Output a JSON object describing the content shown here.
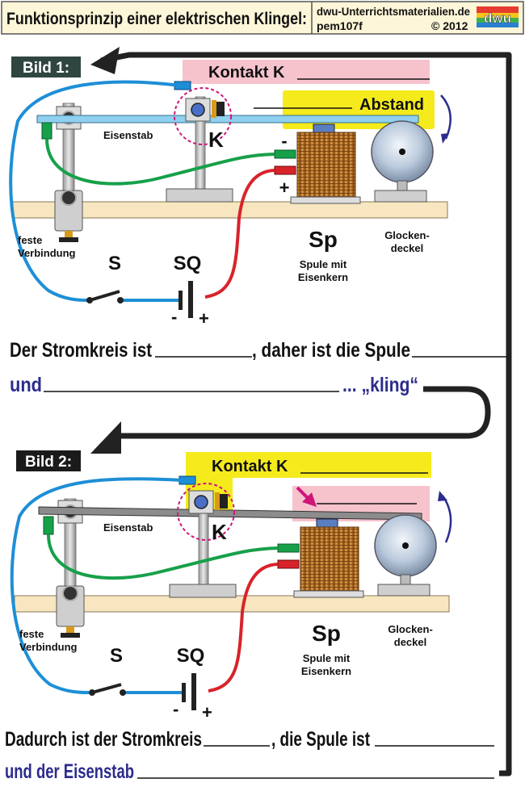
{
  "header": {
    "title": "Funktionsprinzip einer elektrischen Klingel:",
    "site": "dwu-Unterrichtsmaterialien.de",
    "code": "pem107f",
    "copyright": "© 2012",
    "logo": "dwu"
  },
  "bild1": {
    "label": "Bild 1:",
    "kontakt": "Kontakt K",
    "abstand": "Abstand",
    "eisenstab": "Eisenstab",
    "k": "K",
    "minus_sp": "-",
    "plus_sp": "+",
    "feste": "feste",
    "verbindung": "Verbindung",
    "s": "S",
    "sq": "SQ",
    "minus_sq": "-",
    "plus_sq": "+",
    "sp": "Sp",
    "spule1": "Spule mit",
    "spule2": "Eisenkern",
    "glocken1": "Glocken-",
    "glocken2": "deckel"
  },
  "sentence1": {
    "a": "Der Stromkreis ist",
    "b": ", daher ist die Spule",
    "c": "und",
    "d": "... „kling“"
  },
  "bild2": {
    "label": "Bild 2:",
    "kontakt": "Kontakt K",
    "eisenstab": "Eisenstab",
    "k": "K",
    "feste": "feste",
    "verbindung": "Verbindung",
    "s": "S",
    "sq": "SQ",
    "minus_sq": "-",
    "plus_sq": "+",
    "sp": "Sp",
    "spule1": "Spule mit",
    "spule2": "Eisenkern",
    "glocken1": "Glocken-",
    "glocken2": "deckel"
  },
  "sentence2": {
    "a": "Dadurch ist der Stromkreis",
    "b": ", die Spule ist",
    "c": "und der Eisenstab"
  },
  "colors": {
    "blue_wire": "#1e8fd6",
    "green_wire": "#17a04a",
    "red_wire": "#d8232a",
    "pink_box": "#f6c3cc",
    "yellow_box": "#f5eb1c",
    "base_board": "#f7e6bf",
    "rod_blue": "#8fd0ef",
    "rod_grey": "#8c8c8c",
    "coil": "#c07a2a",
    "text_purple": "#2c2c8c",
    "magenta": "#d0157a"
  }
}
